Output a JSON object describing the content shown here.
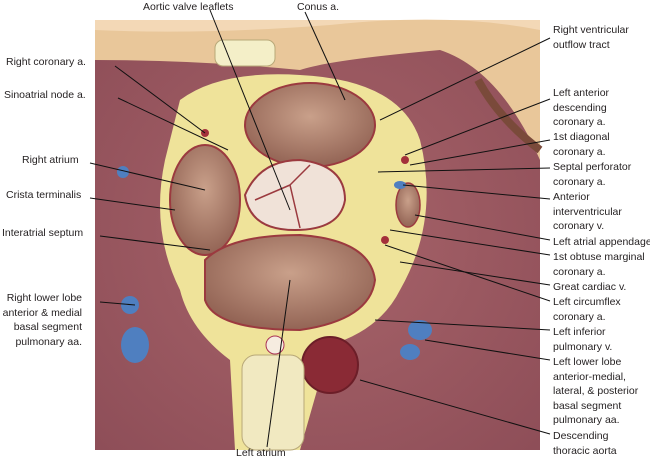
{
  "title_labels": {
    "aortic_valve_leaflets": "Aortic valve leaflets",
    "conus": "Conus a."
  },
  "left_labels": {
    "right_coronary": "Right coronary a.",
    "sinoatrial_node": "Sinoatrial node a.",
    "right_atrium": "Right atrium",
    "crista_terminalis": "Crista terminalis",
    "interatrial_septum": "Interatrial septum",
    "right_lower_lobe": [
      "Right lower lobe",
      "anterior & medial",
      "basal segment",
      "pulmonary aa."
    ]
  },
  "right_labels": {
    "rv_outflow": [
      "Right ventricular",
      "outflow tract"
    ],
    "lad": [
      "Left anterior",
      "descending",
      "coronary a."
    ],
    "first_diagonal": [
      "1st diagonal",
      "coronary a."
    ],
    "septal_perforator": [
      "Septal perforator",
      "coronary a."
    ],
    "anterior_iv_vein": [
      "Anterior",
      "interventricular",
      "coronary v."
    ],
    "left_atrial_appendage": "Left atrial appendage",
    "obtuse_marginal": [
      "1st obtuse marginal",
      "coronary a."
    ],
    "great_cardiac": "Great cardiac v.",
    "left_circumflex": [
      "Left circumflex",
      "coronary a."
    ],
    "left_inferior_pv": [
      "Left inferior",
      "pulmonary v."
    ],
    "left_lower_lobe": [
      "Left lower lobe",
      "anterior-medial,",
      "lateral, &  posterior",
      "basal segment",
      "pulmonary aa."
    ],
    "descending_aorta": [
      "Descending",
      "thoracic aorta"
    ]
  },
  "bottom_labels": {
    "left_atrium": "Left atrium"
  },
  "colors": {
    "lung": "#9c5a62",
    "fat": "#efe39a",
    "chamber": "#b98a74",
    "artery": "#a3303a",
    "vein": "#4f7fc0"
  }
}
